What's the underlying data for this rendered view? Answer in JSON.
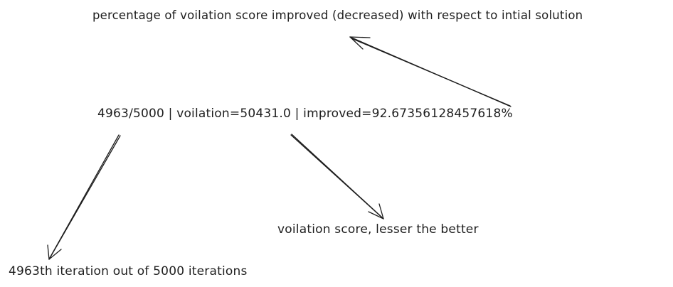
{
  "annotations": {
    "top_note": "percentage of voilation score improved (decreased) with respect to intial solution",
    "main_line": "4963/5000 | voilation=50431.0 | improved=92.67356128457618%",
    "score_note": "voilation score, lesser the better",
    "iteration_note": "4963th iteration out of 5000 iterations"
  }
}
